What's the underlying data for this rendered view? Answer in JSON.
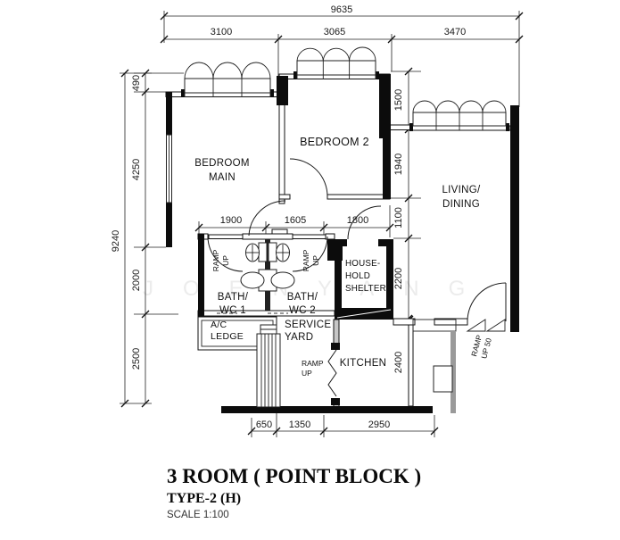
{
  "title": {
    "main": "3 ROOM ( POINT BLOCK )",
    "type": "TYPE-2 (H)",
    "scale": "SCALE 1:100"
  },
  "watermark": "JOENYANG",
  "rooms": {
    "bedroom_main_1": "BEDROOM",
    "bedroom_main_2": "MAIN",
    "bedroom2": "BEDROOM 2",
    "living_1": "LIVING/",
    "living_2": "DINING",
    "bath1_1": "BATH/",
    "bath1_2": "WC 1",
    "bath2_1": "BATH/",
    "bath2_2": "WC 2",
    "shelter_1": "HOUSE-",
    "shelter_2": "HOLD",
    "shelter_3": "SHELTER",
    "ac_1": "A/C",
    "ac_2": "LEDGE",
    "sy_1": "SERVICE",
    "sy_2": "YARD",
    "kitchen": "KITCHEN"
  },
  "ramps": {
    "bath1_1": "RAMP",
    "bath1_2": "UP",
    "bath2_1": "RAMP",
    "bath2_2": "UP",
    "sy_1": "RAMP",
    "sy_2": "UP",
    "entry_1": "RAMP",
    "entry_2": "UP 50"
  },
  "dims": {
    "overall_w": "9635",
    "top": [
      "3100",
      "3065",
      "3470"
    ],
    "overall_h": "9240",
    "left": [
      "490",
      "4250",
      "2000",
      "2500"
    ],
    "right": [
      "1500",
      "1940",
      "1100",
      "2200",
      "2400"
    ],
    "mid": [
      "1900",
      "1605",
      "1800"
    ],
    "bottom": [
      "650",
      "1350",
      "2950"
    ]
  }
}
